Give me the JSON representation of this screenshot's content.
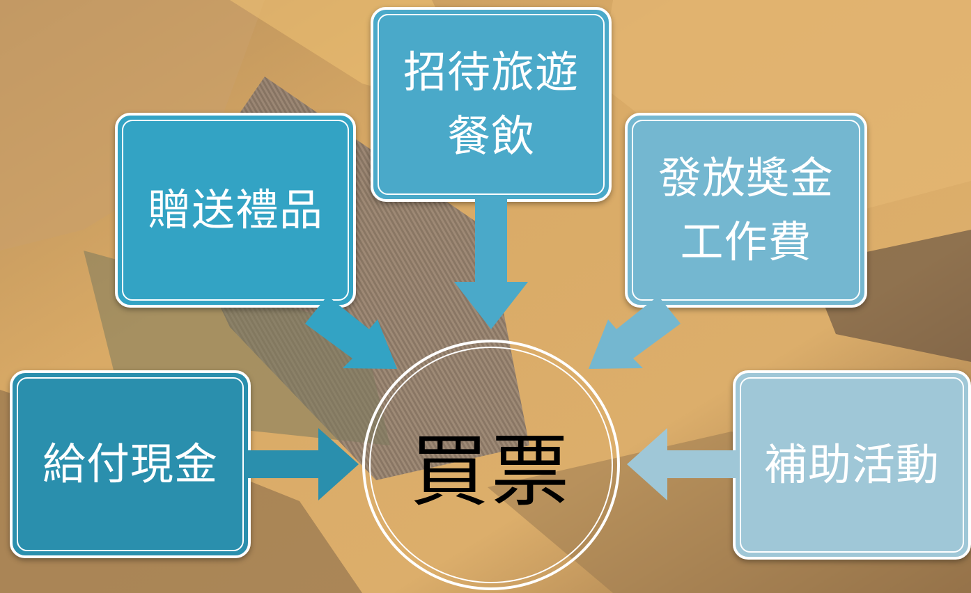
{
  "center": {
    "label": "買票"
  },
  "boxes": {
    "cash": {
      "lines": [
        "給付現金"
      ],
      "color": "#2a8fad"
    },
    "gifts": {
      "lines": [
        "贈送禮品"
      ],
      "color": "#33a3c4"
    },
    "hospitality": {
      "lines": [
        "招待旅遊",
        "餐飲"
      ],
      "color": "#4aa9c9"
    },
    "bonus": {
      "lines": [
        "發放獎金",
        "工作費"
      ],
      "color": "#74b7d0"
    },
    "subsidy": {
      "lines": [
        "補助活動"
      ],
      "color": "#9fc7d7"
    }
  },
  "arrow_colors": {
    "cash": "#2a8fad",
    "gifts": "#33a3c4",
    "hospitality": "#4aa9c9",
    "bonus": "#74b7d0",
    "subsidy": "#9fc7d7"
  }
}
